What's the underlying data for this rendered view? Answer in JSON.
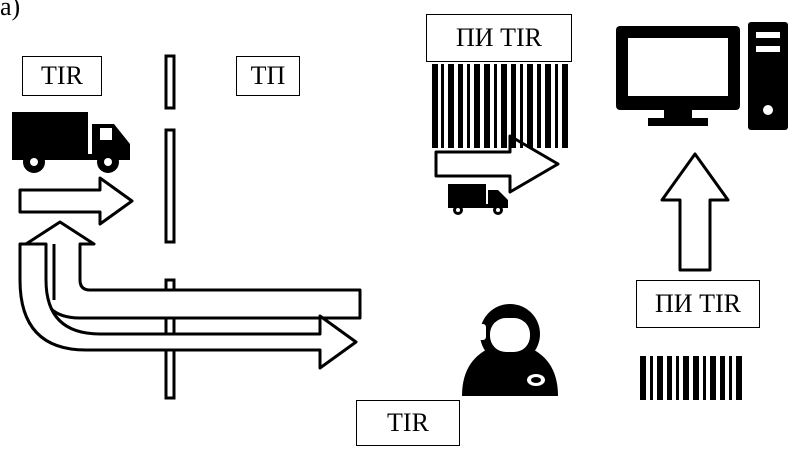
{
  "header": {
    "fragment": "а)"
  },
  "labels": {
    "tir_left": "TIR",
    "tp": "ТП",
    "pi_tir_top": "ПИ TIR",
    "pi_tir_right": "ПИ TIR",
    "tir_bottom": "TIR"
  },
  "icons": {
    "truck": "truck-icon",
    "small_truck": "small-truck-icon",
    "computer": "desktop-computer-icon",
    "operator": "customs-operator-icon",
    "barcode_top": "barcode-icon",
    "barcode_bottom": "barcode-icon"
  },
  "colors": {
    "stroke": "#000000",
    "fill": "#ffffff"
  }
}
